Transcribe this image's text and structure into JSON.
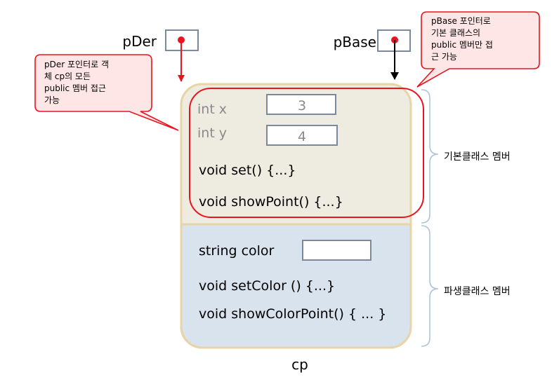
{
  "pointers": {
    "pder": {
      "name": "pDer"
    },
    "pbase": {
      "name": "pBase"
    }
  },
  "callouts": {
    "pder_lines": [
      "pDer 포인터로 객",
      "체 cp의 모든",
      "public 멤버 접근",
      "가능"
    ],
    "pbase_lines": [
      "pBase 포인터로",
      "기본 클래스의",
      "public 멤버만 접",
      "근 가능"
    ]
  },
  "object": {
    "name": "cp",
    "base": {
      "field_x": {
        "label": "int x",
        "value": "3"
      },
      "field_y": {
        "label": "int y",
        "value": "4"
      },
      "method_set": "void set() {...}",
      "method_show": "void showPoint() {...}"
    },
    "derived": {
      "field_color": {
        "label": "string color",
        "value": ""
      },
      "method_setcolor": "void setColor () {...}",
      "method_showcolor": "void showColorPoint() { ... }"
    }
  },
  "braces": {
    "base_label": "기본클래스 멤버",
    "derived_label": "파생클래스 멤버"
  },
  "colors": {
    "red": "#e8141e",
    "base_fill": "#eeece1",
    "derived_fill": "#d8e3ee",
    "object_border": "#e8d4a6",
    "callout_fill": "#ffe6e6",
    "gray_text": "#8a8a8a",
    "value_border": "#7a8a9c",
    "brace": "#b0c4d8"
  }
}
